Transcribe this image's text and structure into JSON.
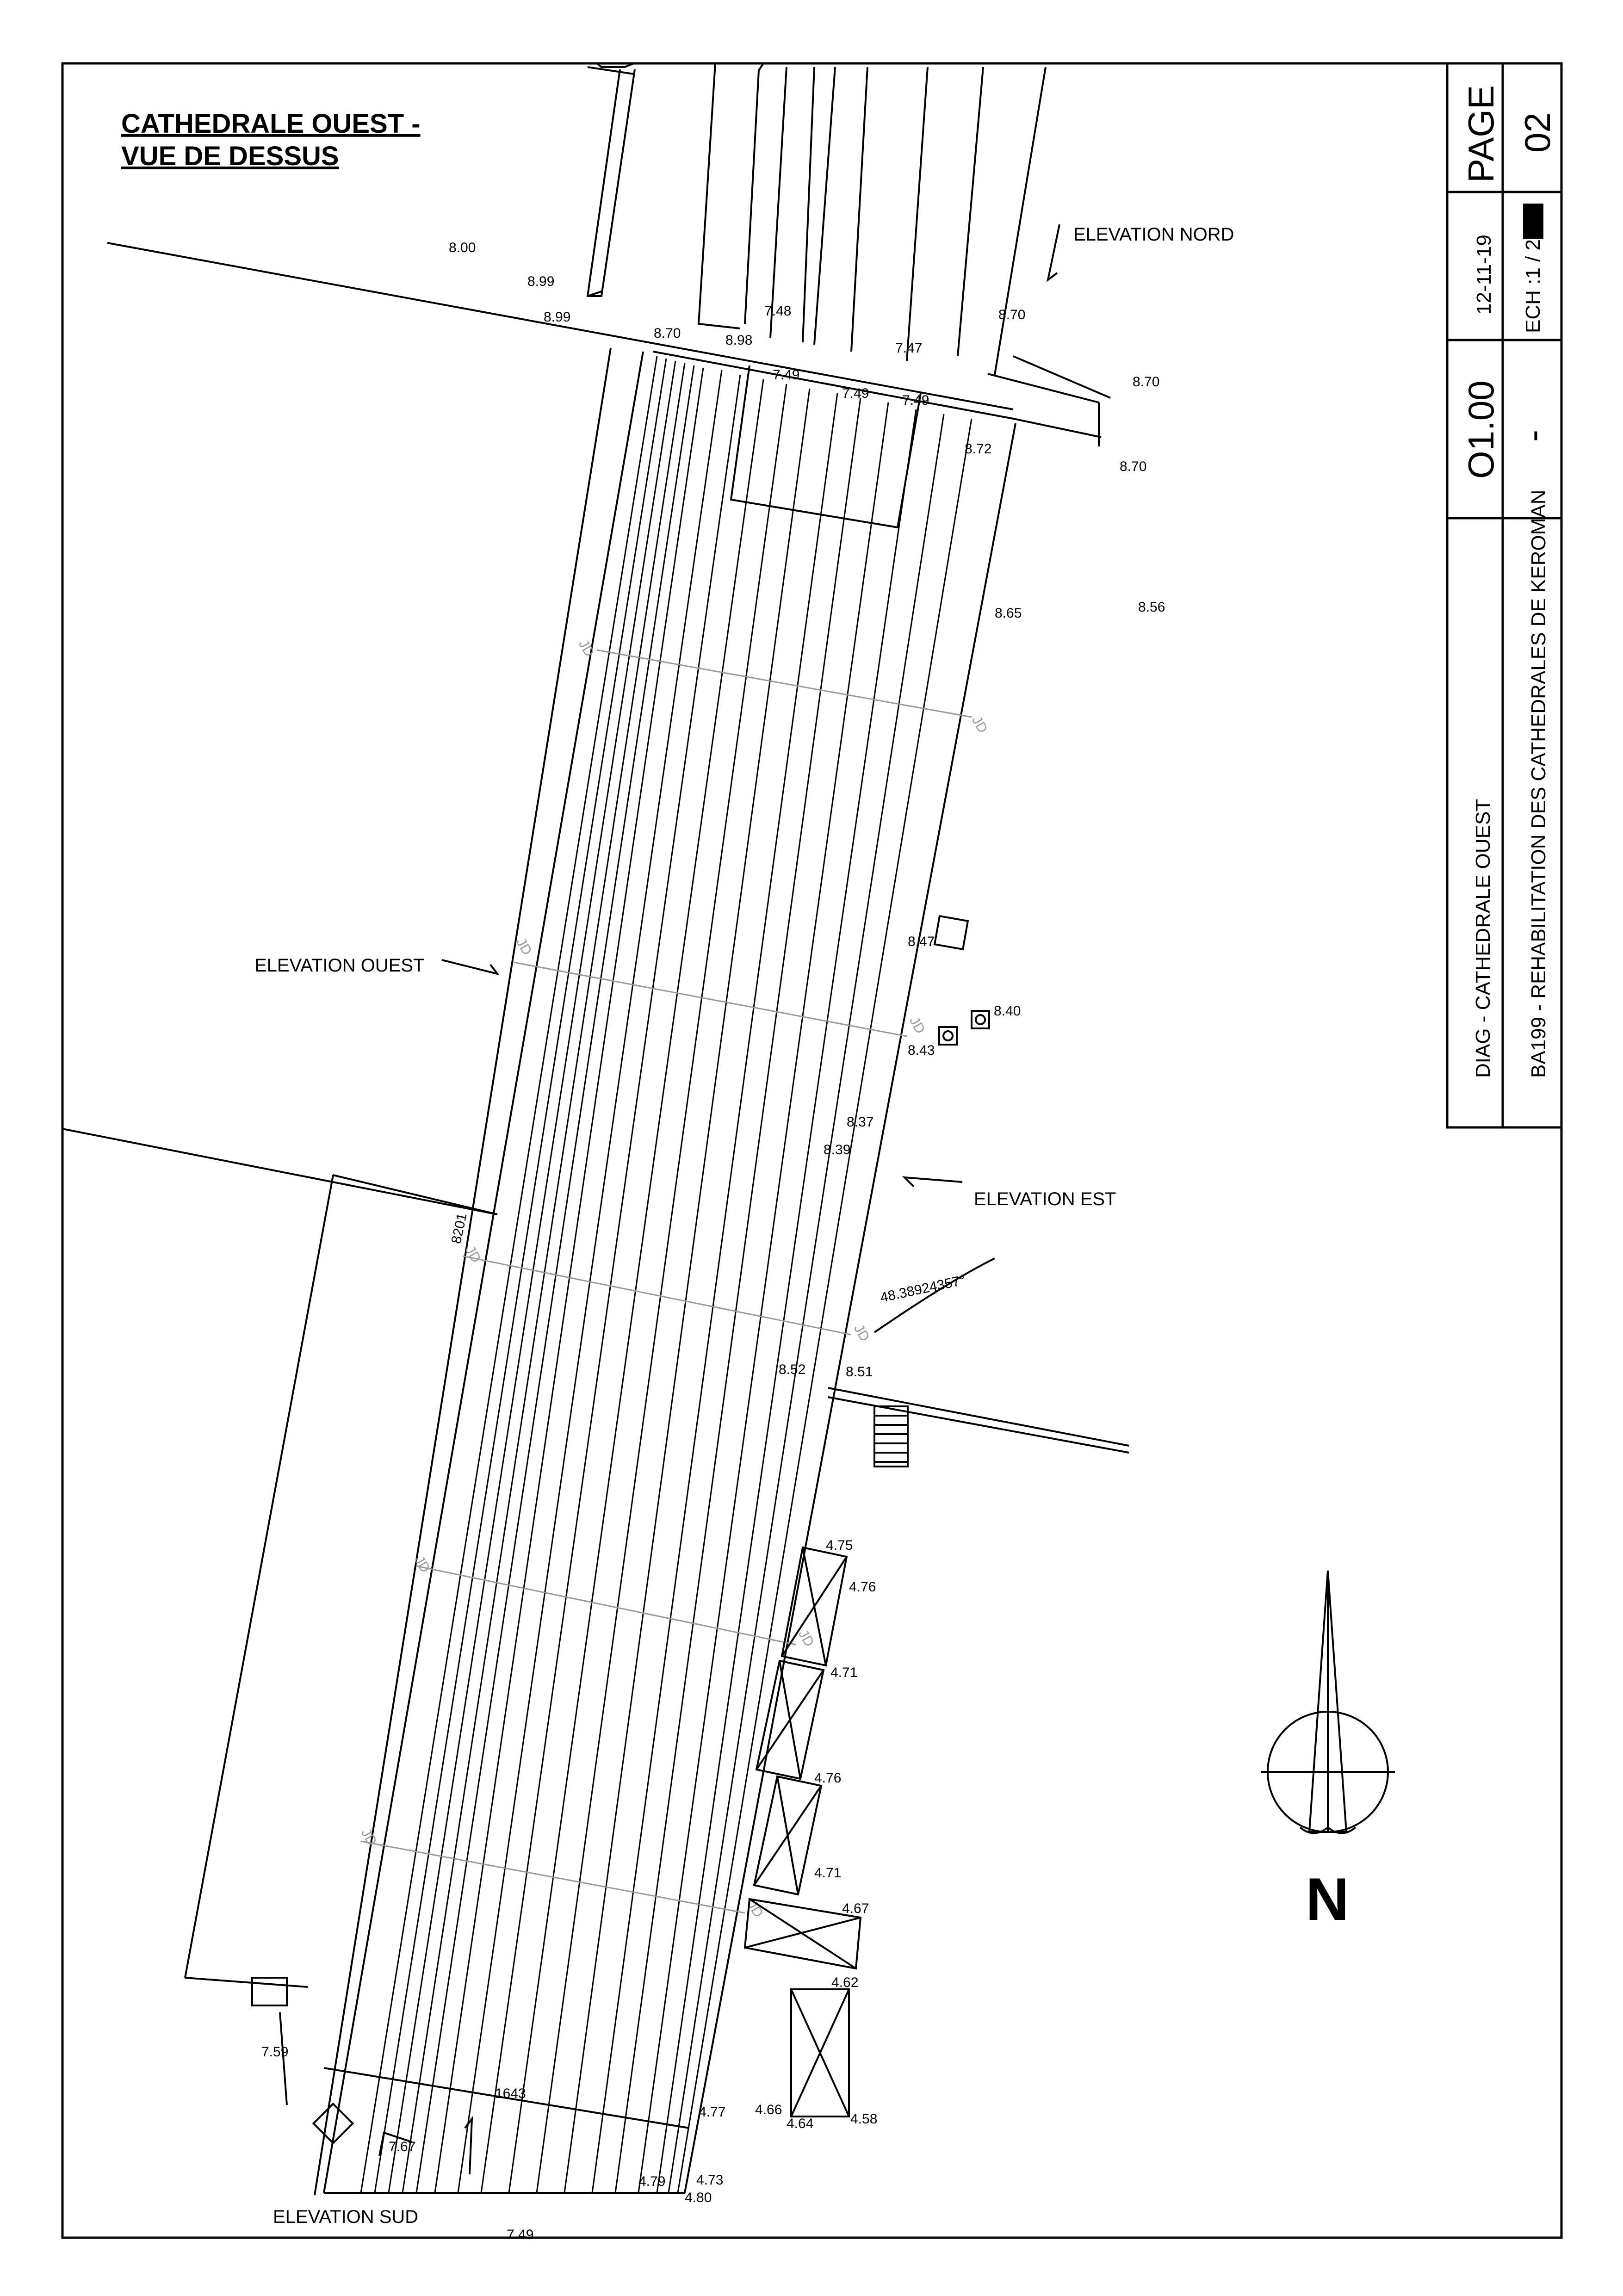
{
  "title": {
    "line1": "CATHEDRALE OUEST -",
    "line2": "VUE DE DESSUS"
  },
  "title_block": {
    "page_label": "PAGE",
    "page_number": "02",
    "date": "12-11-19",
    "scale": "ECH :1 / 250",
    "drawing_number": "O1.00",
    "revision": "-",
    "project": "BA199 - REHABILITATION DES CATHEDRALES DE KEROMAN",
    "description": "DIAG - CATHEDRALE OUEST"
  },
  "elevation_markers": {
    "nord": "ELEVATION NORD",
    "ouest": "ELEVATION OUEST",
    "est": "ELEVATION EST",
    "sud": "ELEVATION SUD"
  },
  "spot_levels": [
    "8.00",
    "8.99",
    "8.99",
    "8.70",
    "8.98",
    "7.48",
    "7.49",
    "7.49",
    "7.47",
    "7.49",
    "8.70",
    "8.70",
    "8.72",
    "8.70",
    "8.65",
    "8.56",
    "8.47",
    "8.40",
    "8.43",
    "8.37",
    "8.39",
    "8201",
    "48.38924357°",
    "8.52",
    "8.51",
    "4.75",
    "4.76",
    "4.71",
    "4.76",
    "4.71",
    "4.67",
    "4.62",
    "4.66",
    "4.64",
    "4.58",
    "4.77",
    "7.59",
    "1643",
    "7.67",
    "4.79",
    "4.73",
    "4.80",
    "7.49"
  ],
  "joint_label": "JD",
  "north_label": "N"
}
